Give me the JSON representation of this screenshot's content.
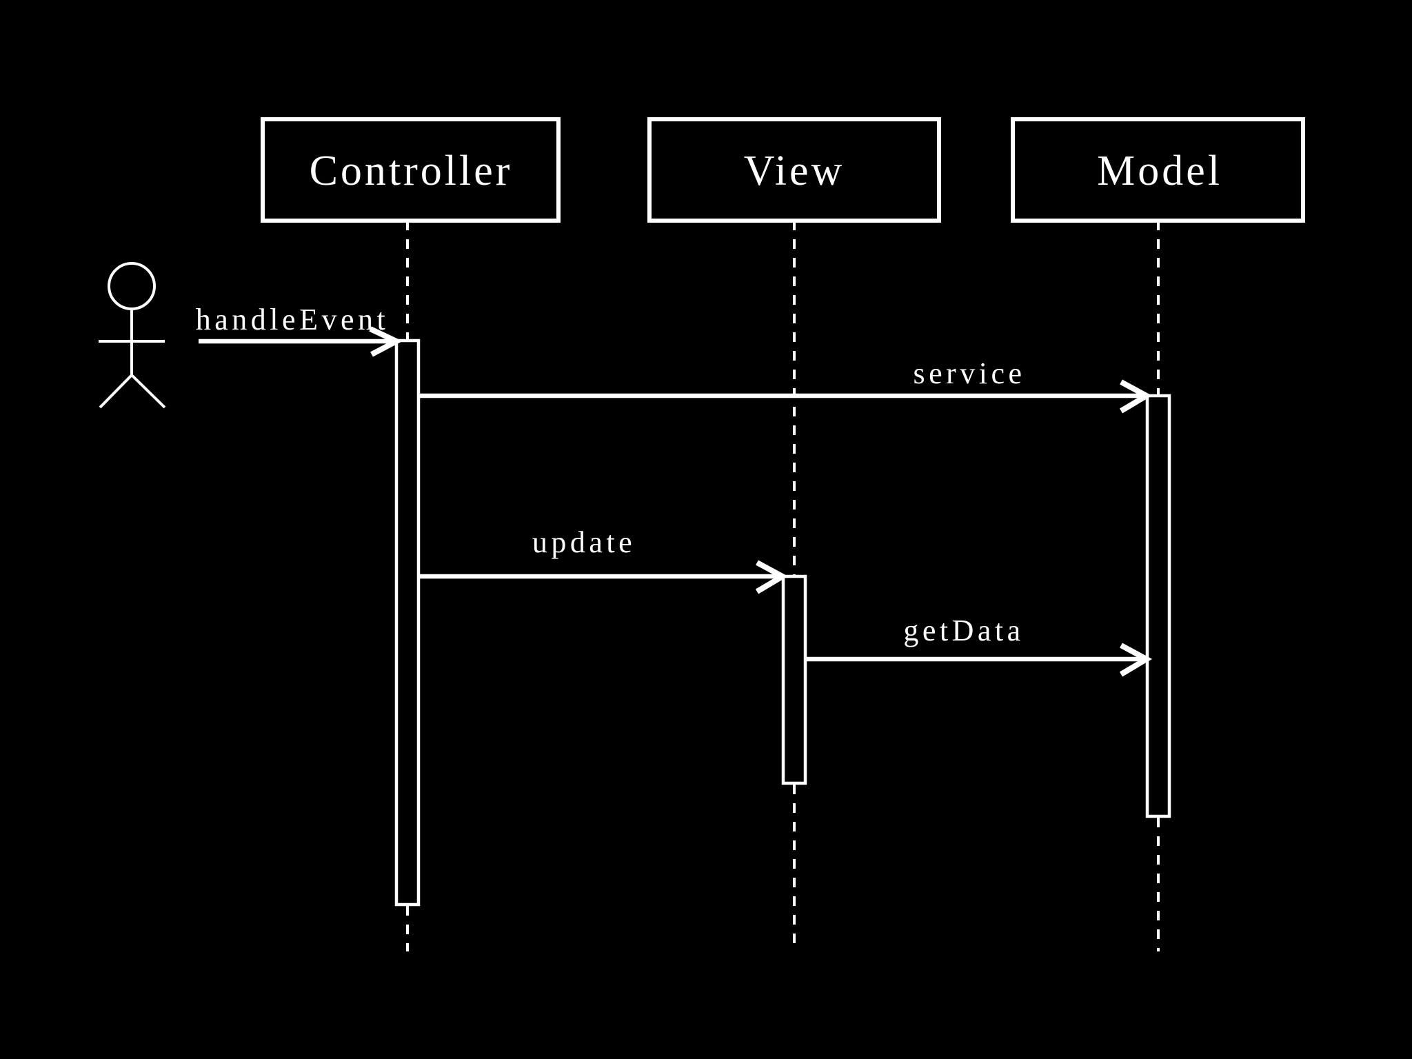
{
  "diagram_type": "uml-sequence-diagram",
  "colors": {
    "background": "#000000",
    "line": "#ffffff",
    "text": "#ffffff"
  },
  "actor": {
    "kind": "stick-figure",
    "label": ""
  },
  "participants": [
    {
      "label": "Controller"
    },
    {
      "label": "View"
    },
    {
      "label": "Model"
    }
  ],
  "messages": [
    {
      "label": "handleEvent",
      "from": "actor",
      "to": "Controller"
    },
    {
      "label": "service",
      "from": "Controller",
      "to": "Model"
    },
    {
      "label": "update",
      "from": "Controller",
      "to": "View"
    },
    {
      "label": "getData",
      "from": "View",
      "to": "Model"
    }
  ]
}
